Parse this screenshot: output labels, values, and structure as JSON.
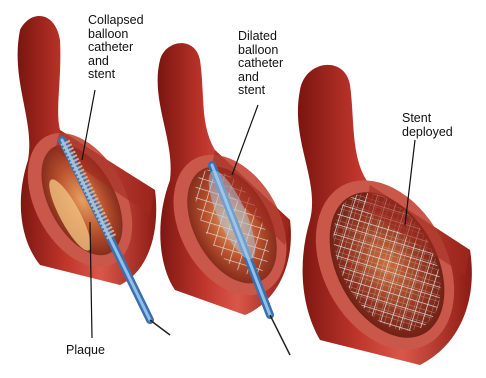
{
  "labels": {
    "collapsed": "Collapsed\nballoon\ncatheter\nand\nstent",
    "dilated": "Dilated\nballoon\ncatheter\nand\nstent",
    "deployed": "Stent\ndeployed",
    "plaque": "Plaque"
  },
  "colors": {
    "artery_outer": "#b3281f",
    "artery_dark": "#7a1510",
    "artery_light": "#d9574a",
    "wall_cut": "#c9574a",
    "lumen": "#6d1c14",
    "plaque": "#e3a15e",
    "catheter": "#5d9ad6",
    "stent_wire": "#d8d8d8",
    "leader": "#111111"
  }
}
